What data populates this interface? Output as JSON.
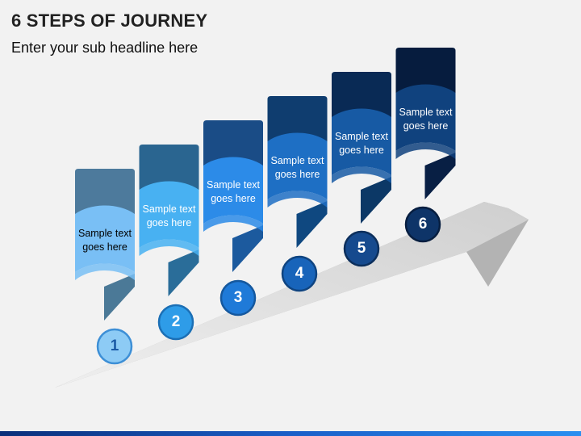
{
  "title": "6 STEPS OF JOURNEY",
  "subtitle": "Enter your sub headline here",
  "steps": [
    {
      "number": "1",
      "text": "Sample text goes here",
      "top_color": "#4d7a9c",
      "mid_color": "#79bff5",
      "tail_color": "#4b7997",
      "circle_fill": "#8dcbf5",
      "circle_stroke": "#3d8fd6",
      "number_color": "#1b5aa6",
      "text_color": "#000000"
    },
    {
      "number": "2",
      "text": "Sample text goes here",
      "top_color": "#2a6590",
      "mid_color": "#48b1f2",
      "tail_color": "#2a6d99",
      "circle_fill": "#2e9ce8",
      "circle_stroke": "#1b6fb5",
      "number_color": "#ffffff",
      "text_color": "#ffffff"
    },
    {
      "number": "3",
      "text": "Sample text goes here",
      "top_color": "#1a4c86",
      "mid_color": "#2c8be8",
      "tail_color": "#1c5a9e",
      "circle_fill": "#1f7ad8",
      "circle_stroke": "#15589e",
      "number_color": "#ffffff",
      "text_color": "#ffffff"
    },
    {
      "number": "4",
      "text": "Sample text goes here",
      "top_color": "#0f3d6f",
      "mid_color": "#1e6fc4",
      "tail_color": "#0f4880",
      "circle_fill": "#1864ba",
      "circle_stroke": "#0f4480",
      "number_color": "#ffffff",
      "text_color": "#ffffff"
    },
    {
      "number": "5",
      "text": "Sample text goes here",
      "top_color": "#092a55",
      "mid_color": "#175aa4",
      "tail_color": "#0c3866",
      "circle_fill": "#164a8e",
      "circle_stroke": "#0c2f5c",
      "number_color": "#ffffff",
      "text_color": "#ffffff"
    },
    {
      "number": "6",
      "text": "Sample text goes here",
      "top_color": "#061c3e",
      "mid_color": "#10427e",
      "tail_color": "#081f44",
      "circle_fill": "#0e3468",
      "circle_stroke": "#071e40",
      "number_color": "#ffffff",
      "text_color": "#ffffff"
    }
  ],
  "colors": {
    "background": "#f2f2f2",
    "arrow_light": "#e0e0e0",
    "arrow_dark": "#b3b3b3",
    "bar_start": "#0a2f7a",
    "bar_end": "#2a8ff0"
  }
}
